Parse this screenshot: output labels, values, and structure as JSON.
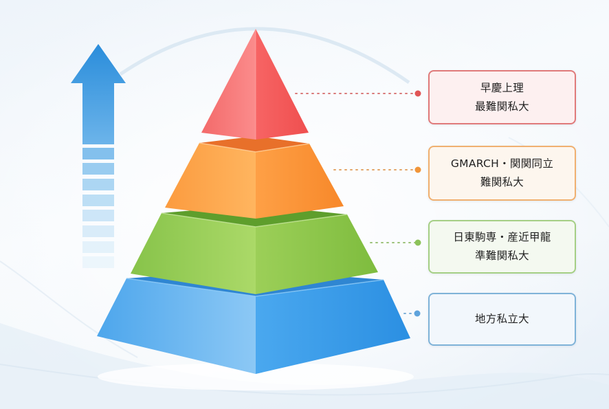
{
  "diagram": {
    "type": "pyramid",
    "direction_indicator": {
      "icon": "up-arrow-icon",
      "meaning": "difficulty increases upward",
      "color": "#2a8ddb"
    },
    "tiers": [
      {
        "level": 1,
        "position": "top",
        "color": "#f45c5c",
        "border_color": "#e07a7a",
        "box_bg": "#fdf0f0",
        "dot_color": "#e05555",
        "label_lines": [
          "早慶上理",
          "最難関私大"
        ]
      },
      {
        "level": 2,
        "position": "upper-middle",
        "color": "#fb9738",
        "border_color": "#f0b070",
        "box_bg": "#fdf6ee",
        "dot_color": "#f0953a",
        "label_lines": [
          "GMARCH・関関同立",
          "難関私大"
        ]
      },
      {
        "level": 3,
        "position": "lower-middle",
        "color": "#8cc84b",
        "border_color": "#a5cf85",
        "box_bg": "#f4f9f0",
        "dot_color": "#8cc25a",
        "label_lines": [
          "日東駒専・産近甲龍",
          "準難関私大"
        ]
      },
      {
        "level": 4,
        "position": "base",
        "color": "#46a3ec",
        "border_color": "#7fb3d8",
        "box_bg": "#f2f7fc",
        "dot_color": "#5ea3dc",
        "label_lines": [
          "地方私立大"
        ]
      }
    ]
  }
}
